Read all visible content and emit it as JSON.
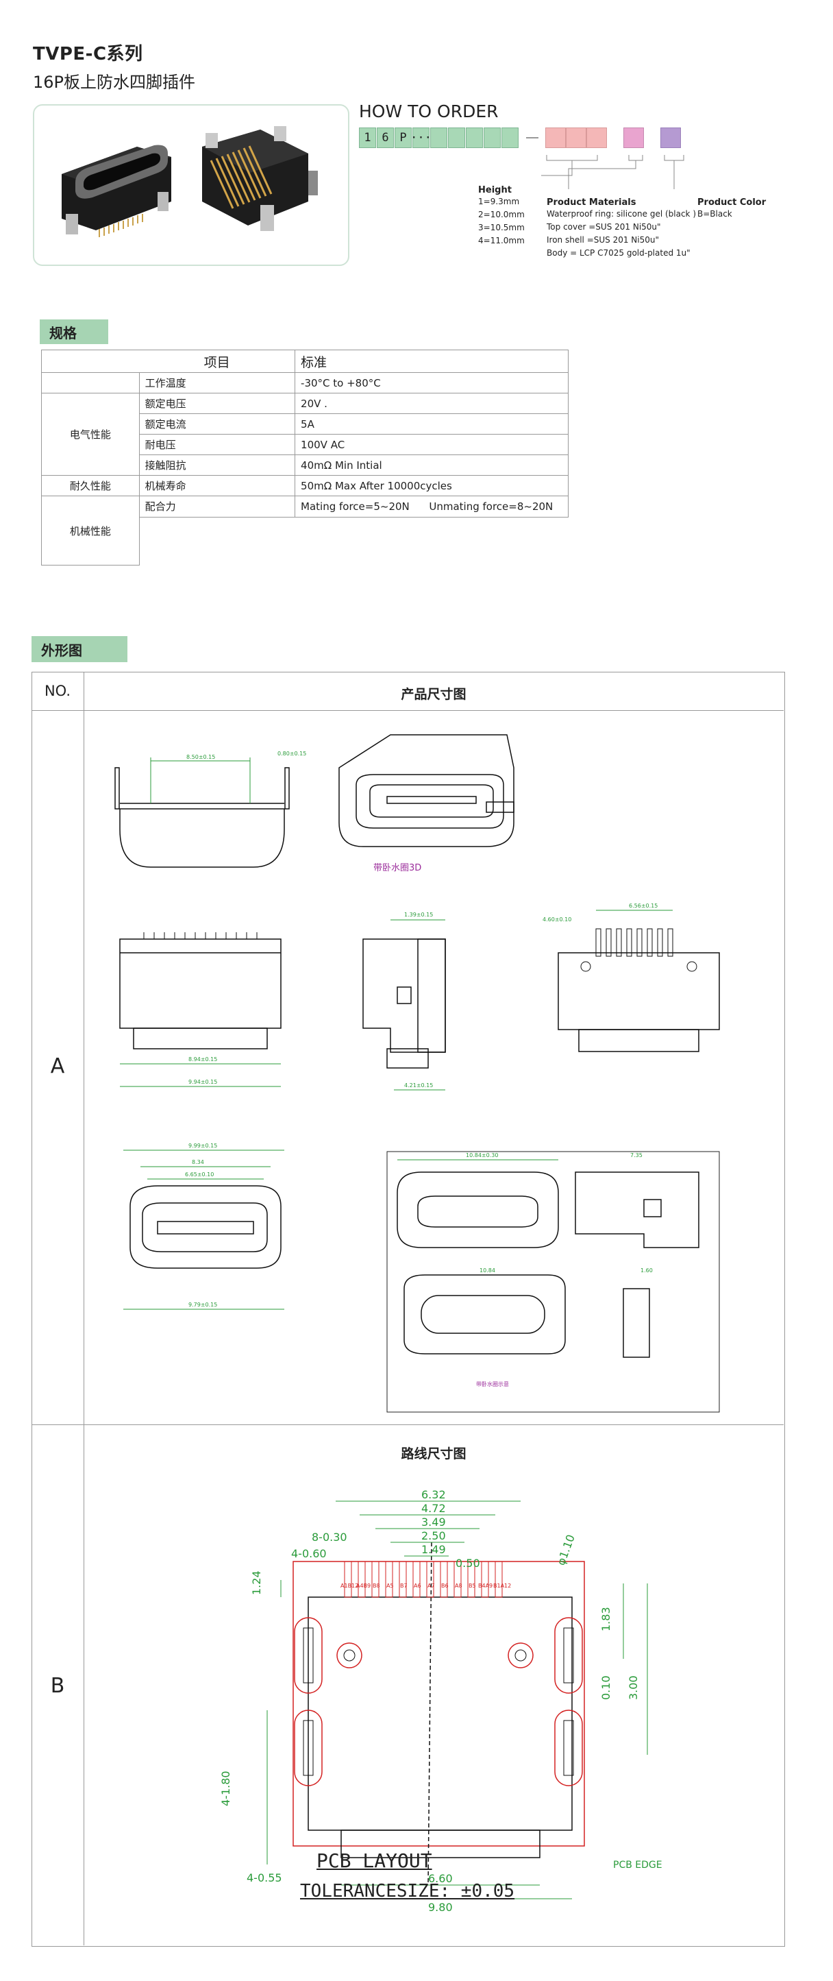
{
  "header": {
    "title": "TVPE-C系列",
    "subtitle": "16P板上防水四脚插件"
  },
  "order": {
    "title": "HOW TO ORDER",
    "code_chars": [
      "1",
      "6",
      "P",
      "···",
      "",
      "",
      "",
      "",
      ""
    ],
    "height": {
      "label": "Height",
      "options": [
        "1=9.3mm",
        "2=10.0mm",
        "3=10.5mm",
        "4=11.0mm"
      ]
    },
    "materials": {
      "label": "Product Materials",
      "lines": [
        "Waterproof ring: silicone gel (black )",
        "Top cover =SUS 201 Ni50u\"",
        "Iron shell =SUS 201 Ni50u\"",
        "Body = LCP C7025 gold-plated 1u\""
      ]
    },
    "color": {
      "label": "Product Color",
      "options": [
        "B=Black"
      ]
    }
  },
  "spec": {
    "tag": "规格",
    "head": {
      "item": "项目",
      "standard": "标准"
    },
    "groups": {
      "electrical": "电气性能",
      "durability": "耐久性能",
      "mechanical": "机械性能"
    },
    "rows": [
      {
        "item": "工作温度",
        "value": "-30°C to +80°C"
      },
      {
        "item": "额定电压",
        "value": "20V ."
      },
      {
        "item": "额定电流",
        "value": "5A"
      },
      {
        "item": "耐电压",
        "value": "100V AC"
      },
      {
        "item": "接触阻抗",
        "value": "40mΩ Min Intial"
      },
      {
        "item": "机械寿命",
        "value": "50mΩ Max After 10000cycles"
      },
      {
        "item": "配合力",
        "value": "Mating force=5~20N      Unmating force=8~20N"
      }
    ]
  },
  "drawing": {
    "tag": "外形图",
    "no_label": "NO.",
    "product_title": "产品尺寸图",
    "row_a": "A",
    "row_b": "B",
    "layout_title": "路线尺寸图",
    "labels_a": {
      "d1": "8.50±0.15",
      "d2": "0.80±0.15",
      "ring_3d": "带卧水圈3D",
      "d3": "8.94±0.15",
      "d4": "9.94±0.15",
      "d5": "1.39±0.15",
      "d6": "4.21±0.15",
      "d7": "6.56±0.15",
      "d8": "4.60±0.10",
      "d9": "9.99±0.15",
      "d10": "8.34",
      "d11": "6.65±0.10",
      "d12": "9.79±0.15",
      "d13": "10.84±0.30",
      "d14": "7.35",
      "d15": "10.84",
      "d16": "1.60",
      "note": "带卧水圈示意"
    },
    "labels_b": {
      "d_632": "6.32",
      "d_472": "4.72",
      "d_349": "3.49",
      "d_250": "2.50",
      "d_149": "1.49",
      "d_050": "0.50",
      "d_830": "8-0.30",
      "d_460": "4-0.60",
      "d_124": "1.24",
      "d_phi110": "φ1.10",
      "d_183": "1.83",
      "d_010": "0.10",
      "d_300": "3.00",
      "d_4180": "4-1.80",
      "d_4055": "4-0.55",
      "d_660": "6.60",
      "d_980": "9.80",
      "pcb_edge": "PCB EDGE",
      "pins": [
        "A1B12",
        "A4B9",
        "B8",
        "A5",
        "B7",
        "A6",
        "A7",
        "B6",
        "A8",
        "B5",
        "B4A9",
        "B1A12"
      ],
      "layout_caption": "PCB LAYOUT",
      "tolerance": "TOLERANCESIZE: ±0.05"
    }
  }
}
